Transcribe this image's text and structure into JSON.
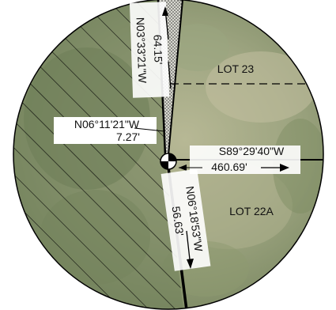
{
  "lots": {
    "north": "LOT 23",
    "south": "LOT 22A"
  },
  "bearings": {
    "north_segment": {
      "bearing": "N03°33'21\"W",
      "distance": "64.15'"
    },
    "jog": {
      "bearing": "N06°11'21\"W",
      "distance": "7.27'"
    },
    "east_line": {
      "bearing": "S89°29'40\"W",
      "distance": "460.69'"
    },
    "south_segment": {
      "bearing": "N06°18'53\"W",
      "distance": "56.63'"
    }
  },
  "colors": {
    "aerial_green": "#8f9a70",
    "aerial_light": "#b9b795",
    "hatch_region": "#7b8a66",
    "line": "#000000",
    "label_bg": "#ffffff"
  }
}
